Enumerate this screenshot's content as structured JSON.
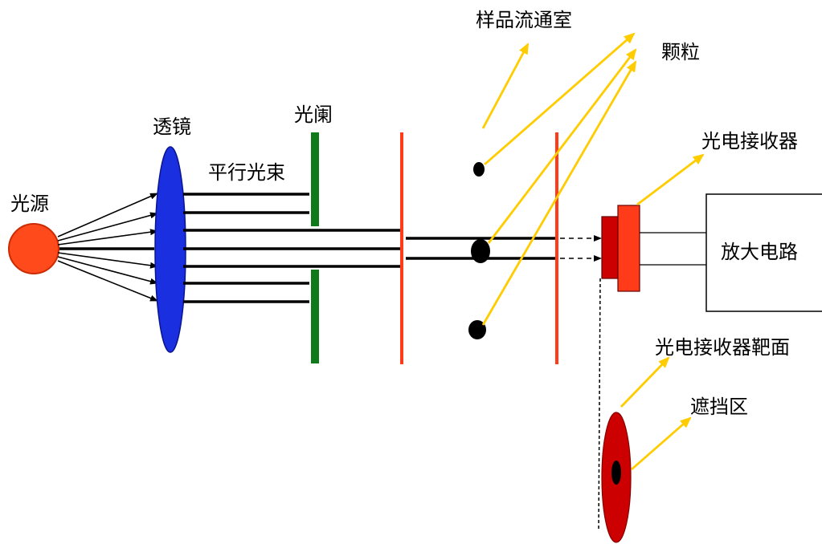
{
  "labels": {
    "light_source": "光源",
    "lens": "透镜",
    "aperture": "光阑",
    "parallel_beam": "平行光束",
    "sample_flow_chamber": "样品流通室",
    "particle": "颗粒",
    "photodetector": "光电接收器",
    "amplifier_circuit": "放大电路",
    "detector_target_surface": "光电接收器靶面",
    "occluded_zone": "遮挡区"
  },
  "colors": {
    "light_source": "#ff4a1c",
    "lens": "#1a2fe0",
    "aperture": "#0e7a1a",
    "chamber_wall": "#ff3b1a",
    "detector_body": "#ff3b1a",
    "detector_face": "#cc0000",
    "target_disc": "#cc0000",
    "pointer": "#ffcc00",
    "beam": "#000000"
  }
}
